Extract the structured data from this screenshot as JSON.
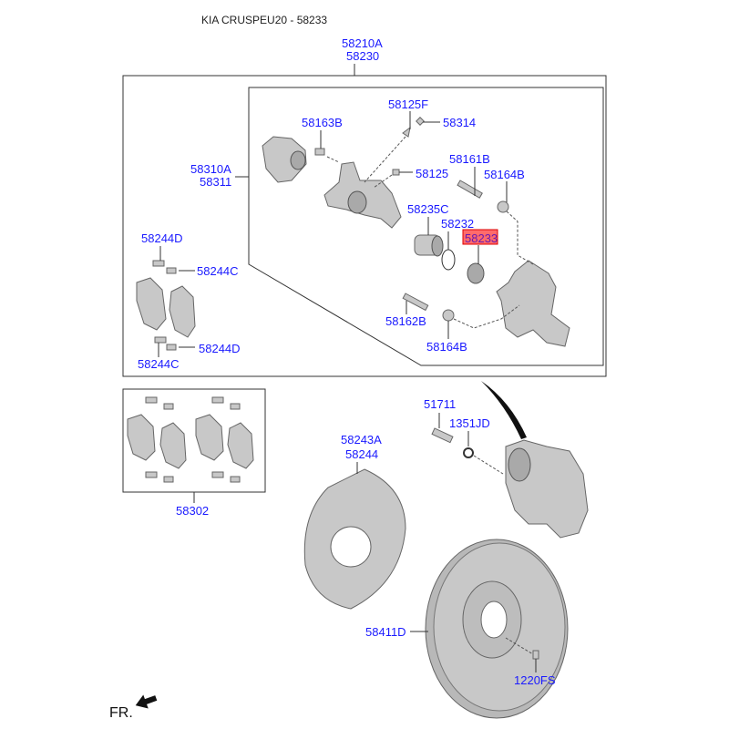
{
  "title": "KIA CRUSPEU20 - 58233",
  "highlight_color": "#ff6b6b",
  "label_color": "#1a1aff",
  "labels": {
    "assembly_a": "58210A",
    "assembly_b": "58230",
    "bolt_58163b": "58163B",
    "bleeder_58125f": "58125F",
    "cap_58314": "58314",
    "caliper_a": "58310A",
    "caliper_b": "58311",
    "bleeder_58125": "58125",
    "pin_58161b": "58161B",
    "bolt_58164b_top": "58164B",
    "piston": "58235C",
    "seal": "58232",
    "boot": "58233",
    "clip_d_top": "58244D",
    "clip_c_top": "58244C",
    "pin_58162b": "58162B",
    "bolt_58164b_bottom": "58164B",
    "clip_d_bottom": "58244D",
    "clip_c_bottom": "58244C",
    "pad_kit": "58302",
    "bolt_51711": "51711",
    "washer": "1351JD",
    "shield_a": "58243A",
    "shield_b": "58244",
    "disc": "58411D",
    "screw": "1220FS",
    "front": "FR."
  }
}
